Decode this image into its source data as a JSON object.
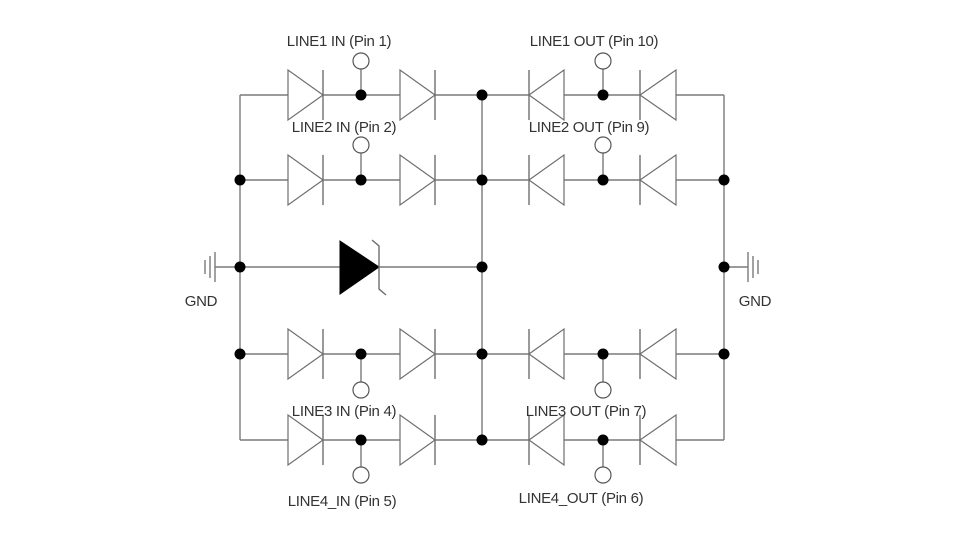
{
  "diagram": {
    "title": "ESD protection diode array schematic",
    "colors": {
      "wire": "#7a7a7a",
      "node": "#000000",
      "text": "#333333",
      "background": "#ffffff"
    },
    "pins": {
      "line1_in": "LINE1 IN (Pin 1)",
      "line2_in": "LINE2 IN (Pin 2)",
      "line3_in": "LINE3 IN (Pin 4)",
      "line4_in": "LINE4_IN (Pin 5)",
      "line1_out": "LINE1 OUT (Pin 10)",
      "line2_out": "LINE2 OUT (Pin 9)",
      "line3_out": "LINE3 OUT (Pin 7)",
      "line4_out": "LINE4_OUT (Pin 6)"
    },
    "ground": {
      "left": "GND",
      "right": "GND"
    },
    "components": {
      "steering_diodes": 16,
      "zener_diodes": 1
    }
  }
}
